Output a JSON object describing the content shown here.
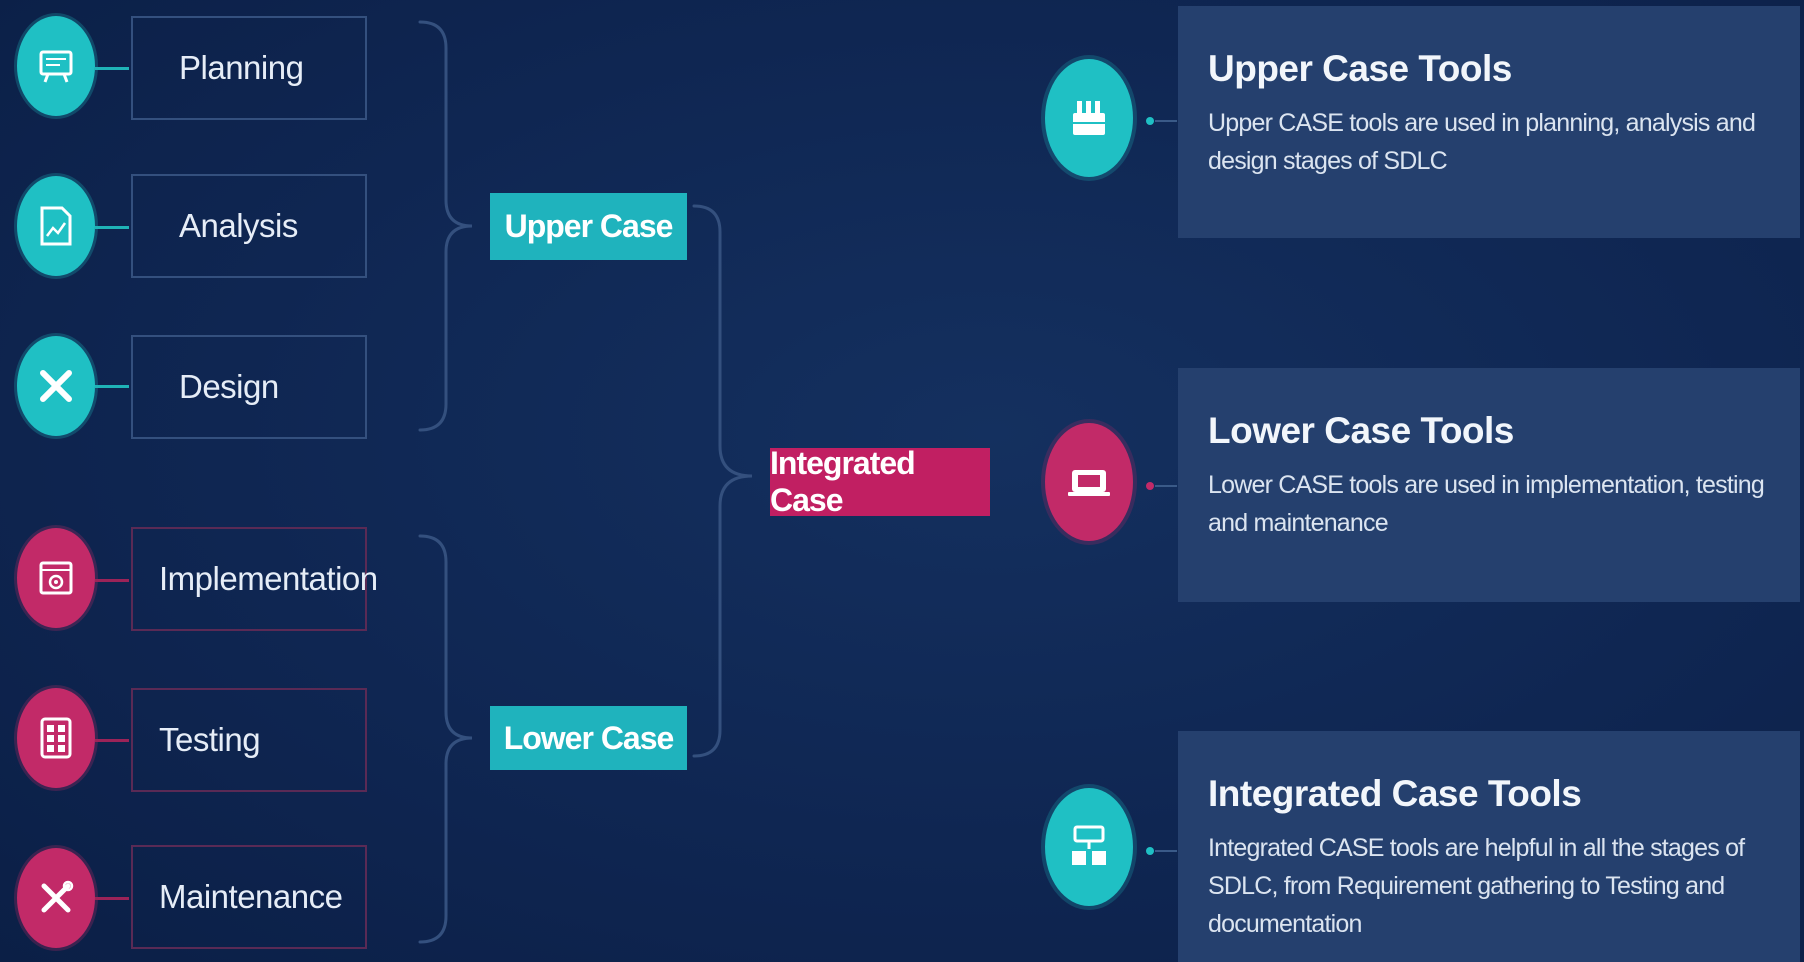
{
  "stages": {
    "upper": [
      {
        "label": "Planning",
        "icon": "board-icon"
      },
      {
        "label": "Analysis",
        "icon": "chart-document-icon"
      },
      {
        "label": "Design",
        "icon": "pencil-ruler-icon"
      }
    ],
    "lower": [
      {
        "label": "Implementation",
        "icon": "gear-window-icon"
      },
      {
        "label": "Testing",
        "icon": "grid-checklist-icon"
      },
      {
        "label": "Maintenance",
        "icon": "wrench-screwdriver-icon"
      }
    ]
  },
  "groups": {
    "upper_case": "Upper Case",
    "lower_case": "Lower Case",
    "integrated_case": "Integrated Case"
  },
  "tools": [
    {
      "title": "Upper Case Tools",
      "description": "Upper CASE tools are used in planning, analysis and design stages of SDLC",
      "icon": "toolbox-icon",
      "color": "teal"
    },
    {
      "title": "Lower Case Tools",
      "description": "Lower CASE tools are used in implementation, testing and maintenance",
      "icon": "laptop-icon",
      "color": "pink"
    },
    {
      "title": "Integrated Case Tools",
      "description": "Integrated CASE tools are helpful in all the stages of SDLC, from Requirement gathering to Testing and documentation",
      "icon": "flowchart-icon",
      "color": "teal"
    }
  ],
  "colors": {
    "background": "#0f2652",
    "upper_accent": "#1fc0c4",
    "lower_accent": "#c22a68",
    "card": "#25406e"
  }
}
